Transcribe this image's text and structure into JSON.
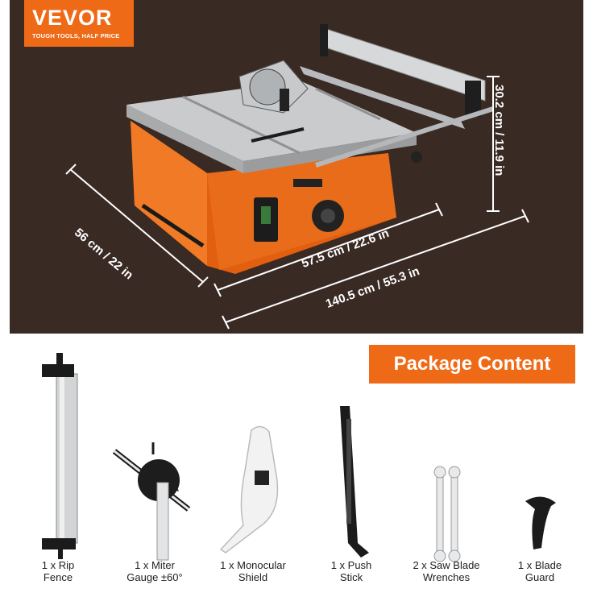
{
  "brand": {
    "name": "VEVOR",
    "tagline": "TOUGH TOOLS, HALF PRICE",
    "color": "#ef6a17"
  },
  "dimensions": {
    "depth": "56 cm / 22 in",
    "table_width": "57.5 cm / 22.6 in",
    "total_width": "140.5 cm / 55.3 in",
    "height": "30.2 cm / 11.9 in"
  },
  "package": {
    "title": "Package Content",
    "items": [
      {
        "line1": "1 x Rip",
        "line2": "Fence",
        "icon": "rip-fence"
      },
      {
        "line1": "1 x Miter",
        "line2": "Gauge ±60°",
        "icon": "miter-gauge"
      },
      {
        "line1": "1 x Monocular",
        "line2": "Shield",
        "icon": "monocular-shield"
      },
      {
        "line1": "1 x Push",
        "line2": "Stick",
        "icon": "push-stick"
      },
      {
        "line1": "2 x Saw Blade",
        "line2": "Wrenches",
        "icon": "wrench"
      },
      {
        "line1": "1 x Blade",
        "line2": "Guard",
        "icon": "blade-guard"
      }
    ]
  },
  "colors": {
    "background_dark": "#3a2a24",
    "accent": "#ef6a17",
    "table_gray": "#c9cbcd"
  }
}
